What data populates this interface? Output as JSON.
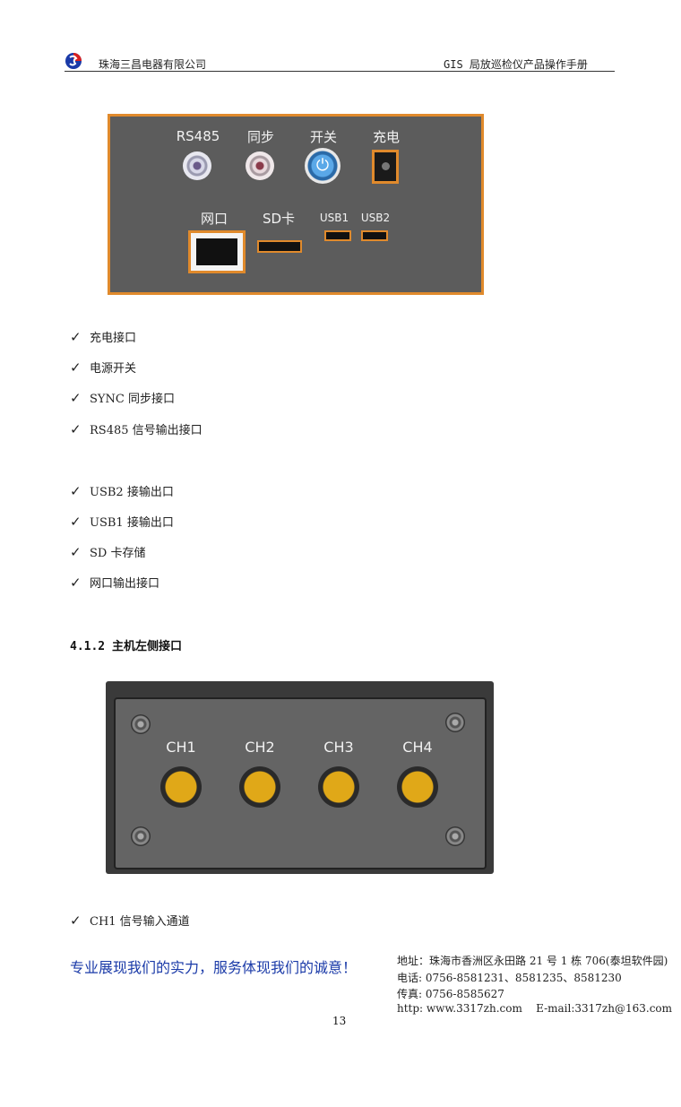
{
  "header": {
    "company": "珠海三昌电器有限公司",
    "manual_title": "GIS 局放巡检仪产品操作手册"
  },
  "panel_top": {
    "labels": {
      "rs485": "RS485",
      "sync": "同步",
      "switch": "开关",
      "charge": "充电",
      "lan": "网口",
      "sd": "SD卡",
      "usb1": "USB1",
      "usb2": "USB2"
    },
    "power_glyph": "⏻"
  },
  "list_top_a": [
    "充电接口",
    "电源开关",
    "SYNC 同步接口",
    "RS485 信号输出接口"
  ],
  "list_top_b": [
    "USB2 接输出口",
    "USB1 接输出口",
    "SD 卡存储",
    "网口输出接口"
  ],
  "section_heading": "4.1.2 主机左侧接口",
  "panel_left": {
    "channels": [
      "CH1",
      "CH2",
      "CH3",
      "CH4"
    ]
  },
  "list_left": [
    "CH1 信号输入通道"
  ],
  "check_glyph": "✓",
  "footer": {
    "slogan": "专业展现我们的实力，服务体现我们的诚意！",
    "address": "地址：珠海市香洲区永田路 21 号 1 栋 706(泰坦软件园)",
    "phone": "电话: 0756-8581231、8581235、8581230",
    "fax": "传真: 0756-8585627",
    "web": "http: www.3317zh.com    E-mail:3317zh@163.com",
    "page_number": "13"
  },
  "colors": {
    "accent_orange": "#e08a2c",
    "slogan_blue": "#1a3aa8",
    "port_gold": "#e0a818"
  }
}
